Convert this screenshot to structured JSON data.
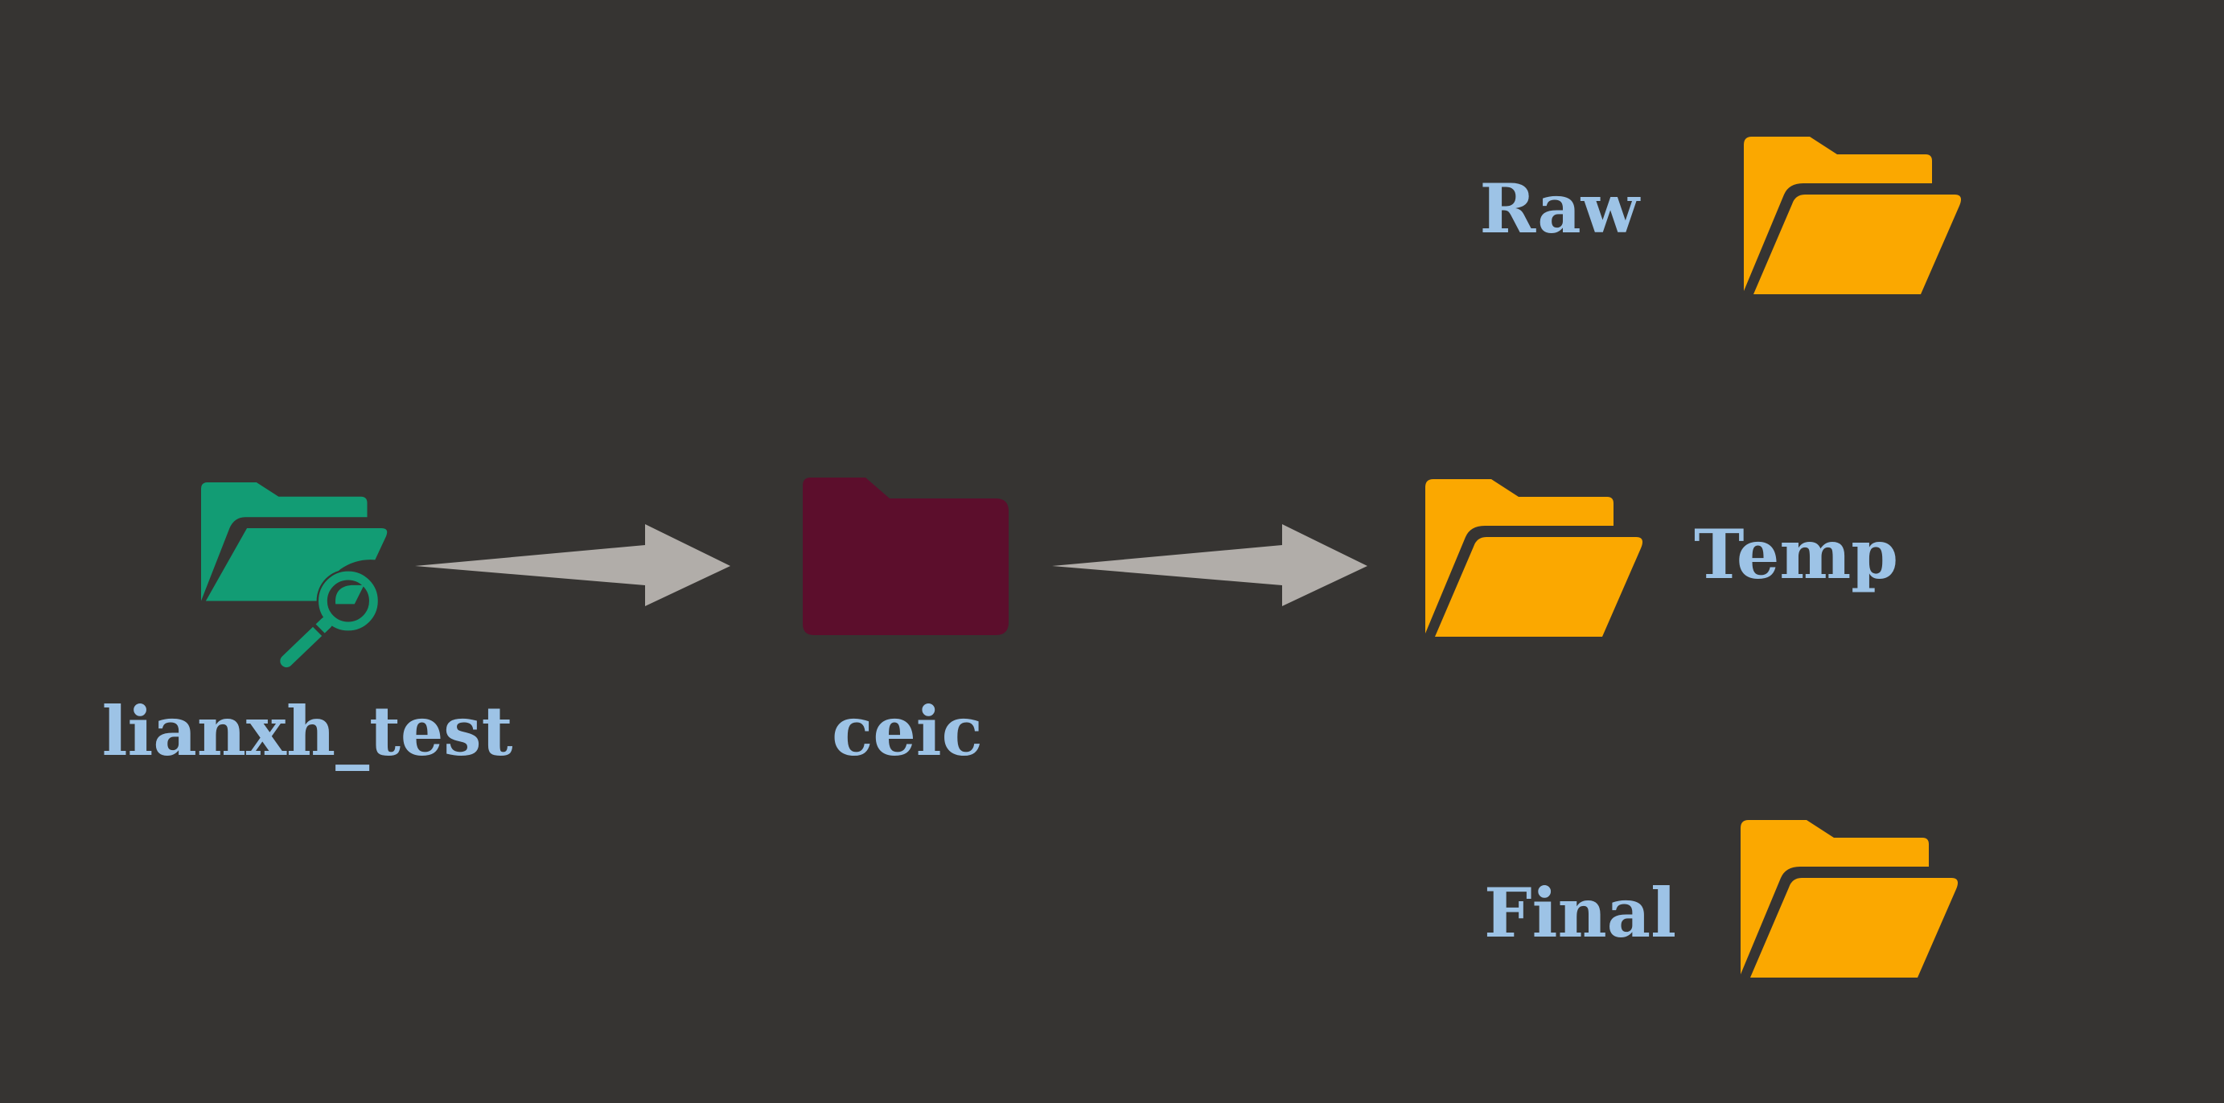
{
  "diagram": {
    "background": "#363432",
    "label_color": "#9DC3E6",
    "arrow_color": "#B1ADA9",
    "nodes": {
      "root": {
        "label": "lianxh_test",
        "icon": "folder-search-icon",
        "color": "#129C74"
      },
      "ceic": {
        "label": "ceic",
        "icon": "folder-closed-icon",
        "color": "#5C0E2C"
      },
      "raw": {
        "label": "Raw",
        "icon": "folder-open-icon",
        "color": "#FBA800"
      },
      "temp": {
        "label": "Temp",
        "icon": "folder-open-icon",
        "color": "#FBA800"
      },
      "final": {
        "label": "Final",
        "icon": "folder-open-icon",
        "color": "#FBA800"
      }
    },
    "edges": [
      {
        "from": "lianxh_test",
        "to": "ceic"
      },
      {
        "from": "ceic",
        "to": "Temp"
      }
    ]
  }
}
